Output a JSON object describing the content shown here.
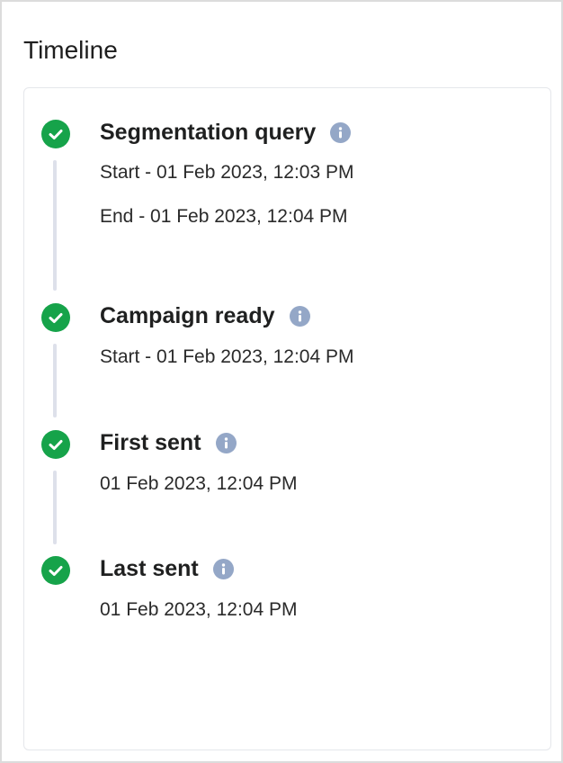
{
  "panel": {
    "title": "Timeline"
  },
  "timeline": {
    "steps": [
      {
        "title": "Segmentation query",
        "status": "complete",
        "icon": "check-circle-icon",
        "info_icon": "info-icon",
        "lines": [
          "Start - 01 Feb 2023, 12:03 PM",
          "End - 01 Feb 2023, 12:04 PM"
        ]
      },
      {
        "title": "Campaign ready",
        "status": "complete",
        "icon": "check-circle-icon",
        "info_icon": "info-icon",
        "lines": [
          "Start - 01 Feb 2023, 12:04 PM"
        ]
      },
      {
        "title": "First sent",
        "status": "complete",
        "icon": "check-circle-icon",
        "info_icon": "info-icon",
        "lines": [
          "01 Feb 2023, 12:04 PM"
        ]
      },
      {
        "title": "Last sent",
        "status": "complete",
        "icon": "check-circle-icon",
        "info_icon": "info-icon",
        "lines": [
          "01 Feb 2023, 12:04 PM"
        ]
      }
    ]
  },
  "colors": {
    "success": "#16a34a",
    "info": "#94a7c7",
    "connector": "#dde0ea"
  }
}
